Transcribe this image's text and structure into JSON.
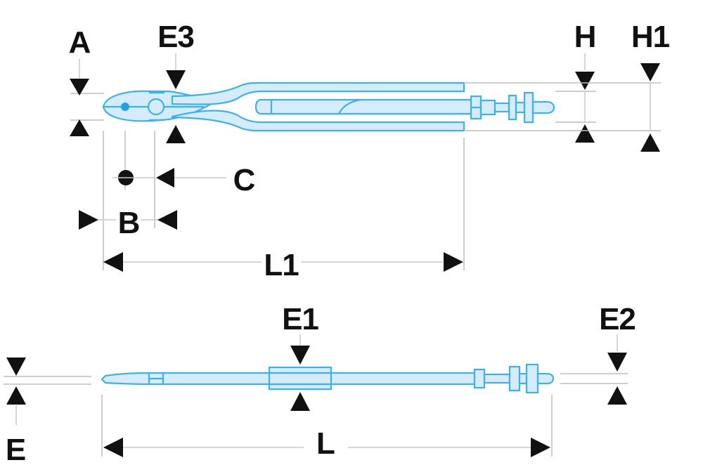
{
  "labels": {
    "A": "A",
    "E3": "E3",
    "H": "H",
    "H1": "H1",
    "C": "C",
    "B": "B",
    "L1": "L1",
    "E1": "E1",
    "E2": "E2",
    "E": "E",
    "L": "L"
  },
  "colors": {
    "tool_stroke": "#3fb1e8",
    "tool_fill": "#d4ecfb",
    "dimension_arrow": "#111111",
    "extension_line": "#bdbdbd"
  }
}
